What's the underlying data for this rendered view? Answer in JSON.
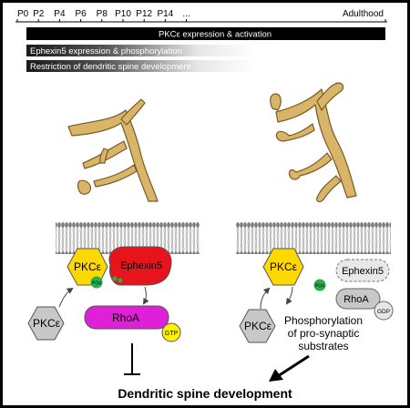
{
  "timeline": {
    "ticks": [
      "P0",
      "P2",
      "P4",
      "P6",
      "P8",
      "P10",
      "P12",
      "P14",
      "..."
    ],
    "end_label": "Adulthood",
    "bars": [
      {
        "label": "PKCε expression & activation",
        "style": "solid-black"
      },
      {
        "label": "Ephexin5 expression & phosphorylation",
        "style": "gradient-dark-to-white"
      },
      {
        "label": "Restriction of dendritic spine development",
        "style": "gradient-dark-to-white"
      }
    ]
  },
  "left_panel": {
    "pkc_membrane": "PKCε",
    "pkc_free": "PKCε",
    "ephexin5": "Ephexin5",
    "rhoa": "RhoA",
    "gtp": "GTP",
    "po4": "PO4"
  },
  "right_panel": {
    "pkc_membrane": "PKCε",
    "pkc_free": "PKCε",
    "ephexin5": "Ephexin5",
    "rhoa": "RhoA",
    "gdp": "GDP",
    "po4": "PO4",
    "substrates_line1": "Phosphorylation",
    "substrates_line2": "of pro-synaptic",
    "substrates_line3": "substrates"
  },
  "bottom": {
    "outcome": "Dendritic spine development"
  },
  "colors": {
    "pkc_yellow": "#ffd800",
    "ephexin_red": "#e8141b",
    "rhoa_magenta": "#e020d8",
    "gtp_yellow": "#fff200",
    "po4_green": "#22b24c",
    "gray_fill": "#c8c8c8",
    "spine_tan": "#d9b56a"
  }
}
